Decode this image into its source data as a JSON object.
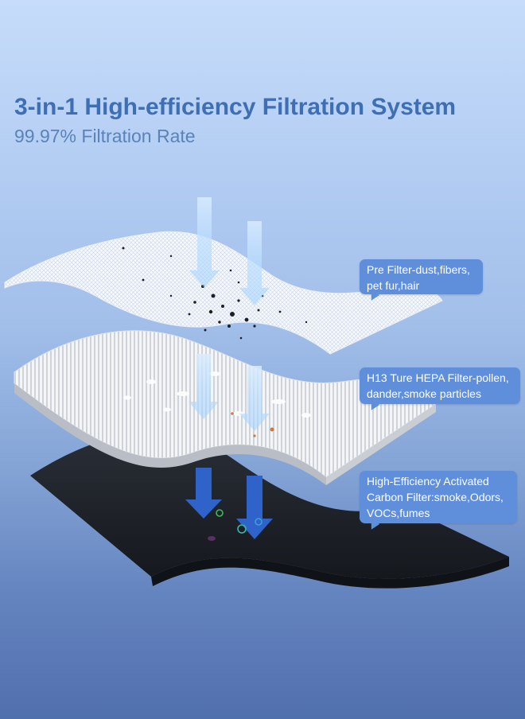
{
  "header": {
    "title": "3-in-1 High-efficiency Filtration System",
    "subtitle": "99.97% Filtration Rate"
  },
  "callouts": {
    "pre_filter": {
      "line1": "Pre Filter-dust,fibers,",
      "line2": "pet fur,hair"
    },
    "hepa_filter": {
      "line1": "H13 Ture HEPA Filter-pollen,",
      "line2": "dander,smoke particles"
    },
    "carbon_filter": {
      "line1": "High-Efficiency Activated",
      "line2": "Carbon Filter:smoke,Odors,",
      "line3": "VOCs,fumes"
    }
  },
  "colors": {
    "title": "#3e6fb4",
    "subtitle": "#5b82bb",
    "callout_bg": "#5f8fdb",
    "airflow_arrow": "#2f63c9",
    "carbon_layer": "#1c2026"
  },
  "layers": [
    "pre-filter-mesh",
    "hepa-pleated-filter",
    "activated-carbon-filter"
  ]
}
